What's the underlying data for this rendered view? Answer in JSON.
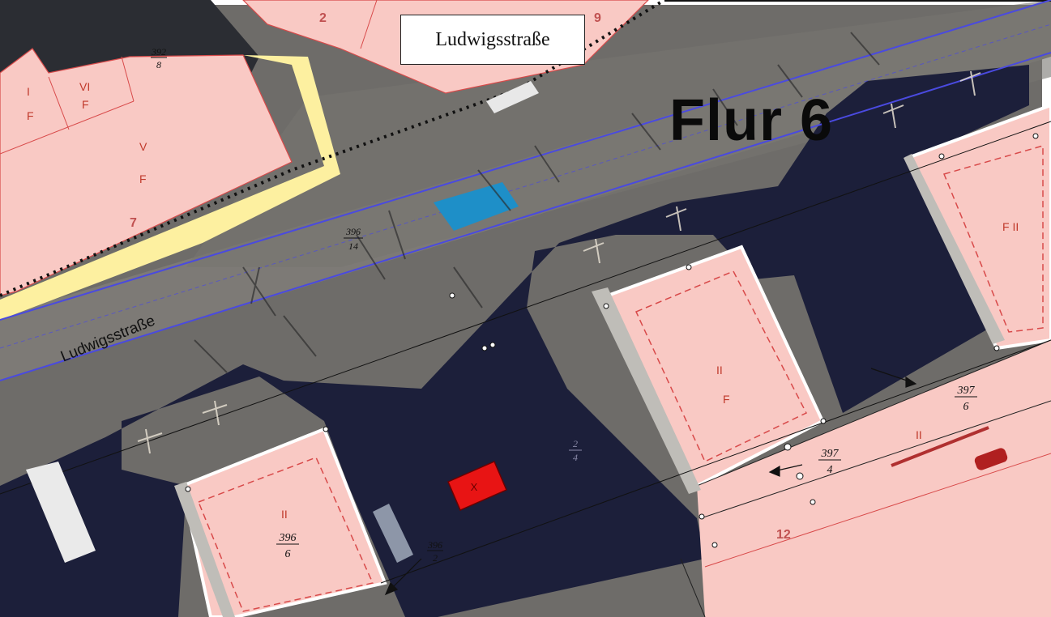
{
  "map": {
    "street_box_label": "Ludwigsstraße",
    "street_label": "Ludwigsstraße",
    "flur_label": "Flur 6"
  },
  "parcels": [
    {
      "id": "p-392-8-num",
      "num": "392",
      "den": "8"
    },
    {
      "id": "p-396-14-num",
      "num": "396",
      "den": "14"
    },
    {
      "id": "p-396-6-num",
      "num": "396",
      "den": "6"
    },
    {
      "id": "p-396-2-num",
      "num": "396",
      "den": "2"
    },
    {
      "id": "p-397-6-num",
      "num": "397",
      "den": "6"
    },
    {
      "id": "p-397-4-num",
      "num": "397",
      "den": "4"
    },
    {
      "id": "p-2-4-num",
      "num": "2",
      "den": "4"
    }
  ],
  "building_labels": {
    "i": "I",
    "vi": "VI",
    "v": "V",
    "f": "F",
    "ii": "II",
    "f_ii": "F II",
    "house_2": "2",
    "house_9": "9",
    "house_7": "7",
    "house_12": "12"
  },
  "colors": {
    "building_pink": "#f9c9c4",
    "building_line": "#d84a4a",
    "parcel_line": "#4a4ae0",
    "sidewalk_yellow": "#fdf0a0",
    "marker_red": "#e81414",
    "flat_roof": "#1c1f3a",
    "pavement": "#6f6d6a"
  }
}
